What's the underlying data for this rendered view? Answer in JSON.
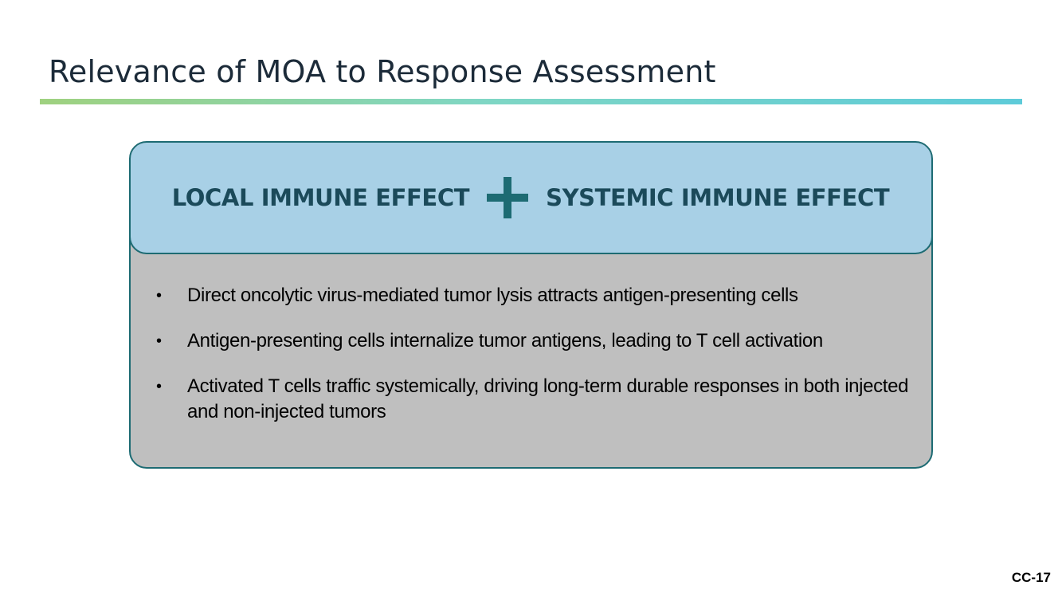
{
  "slide": {
    "title": "Relevance of MOA to Response Assessment",
    "page_number": "CC-17"
  },
  "card": {
    "left_label": "LOCAL IMMUNE EFFECT",
    "right_label": "SYSTEMIC IMMUNE EFFECT",
    "connector_icon": "plus-icon",
    "bullet_glyph": "•",
    "bullets": [
      "Direct oncolytic virus-mediated tumor lysis attracts antigen-presenting cells",
      "Antigen-presenting cells internalize tumor antigens, leading to T cell activation",
      "Activated T cells traffic systemically, driving long-term durable responses in both injected and non-injected tumors"
    ]
  },
  "colors": {
    "header_fill": "#a8d0e6",
    "body_fill": "#bfbfbf",
    "border": "#1d6b73",
    "label_text": "#1b4a5a"
  }
}
